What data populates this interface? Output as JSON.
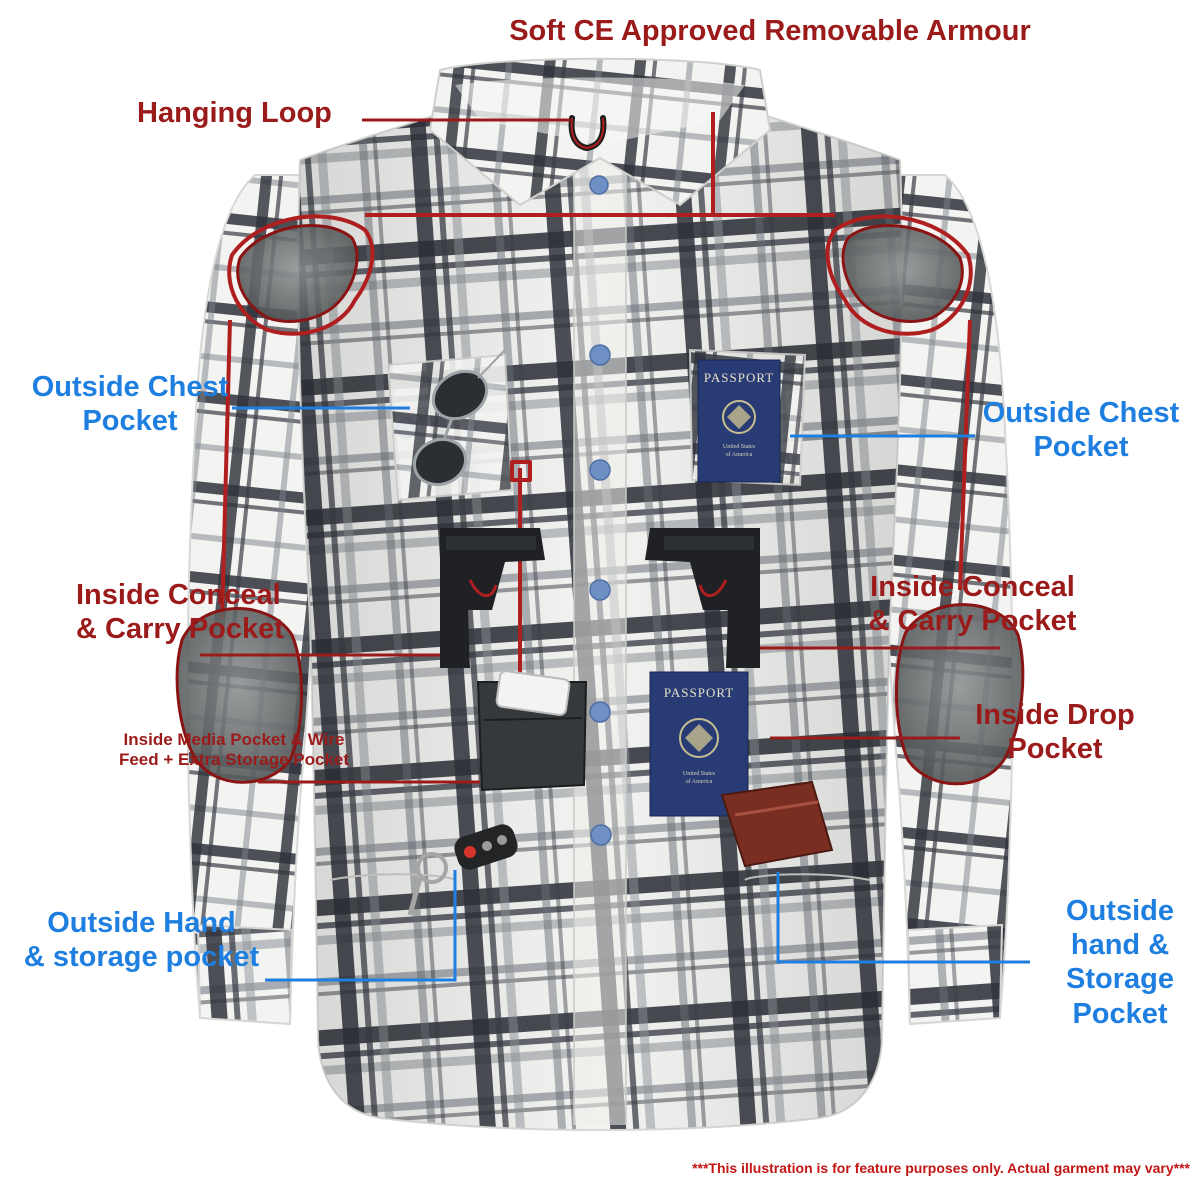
{
  "labels": {
    "armour": "Soft CE Approved Removable Armour",
    "hanging_loop": "Hanging Loop",
    "outside_chest_left": [
      "Outside Chest",
      "Pocket"
    ],
    "outside_chest_right": [
      "Outside Chest",
      "Pocket"
    ],
    "conceal_left": [
      "Inside Conceal",
      "& Carry Pocket"
    ],
    "conceal_right": [
      "Inside Conceal",
      "& Carry Pocket"
    ],
    "media": [
      "Inside Media Pocket & Wire",
      "Feed + Extra Storage Pocket"
    ],
    "drop": [
      "Inside Drop",
      "Pocket"
    ],
    "hand_left": [
      "Outside Hand",
      "& storage pocket"
    ],
    "hand_right": [
      "Outside",
      "hand &",
      "Storage",
      "Pocket"
    ]
  },
  "passport": {
    "title": "PASSPORT",
    "country": [
      "United States",
      "of America"
    ]
  },
  "disclaimer": "***This illustration is for feature purposes only.  Actual garment may vary***",
  "colors": {
    "red_label": "#9b1b1b",
    "blue_label": "#1e7fe0",
    "plaid_dark": "#33373f",
    "shirt_white": "#f3f3f1",
    "button": "#6f90c4",
    "passport": "#283b75",
    "wallet": "#7a2e22"
  }
}
